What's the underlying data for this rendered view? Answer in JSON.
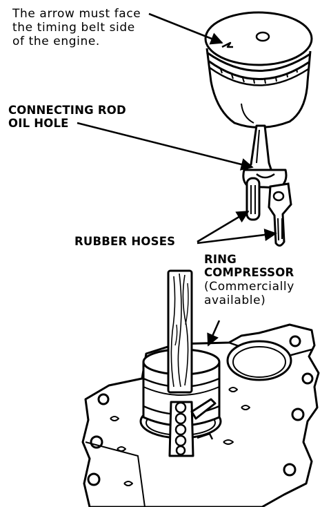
{
  "labels": {
    "arrow_note": {
      "line1": "The arrow must face",
      "line2": "the timing belt side",
      "line3": "of the engine."
    },
    "connecting_rod": {
      "line1": "CONNECTING ROD",
      "line2": "OIL HOLE"
    },
    "rubber_hoses": "RUBBER HOSES",
    "ring_compressor": {
      "line1": "RING",
      "line2": "COMPRESSOR",
      "line3": "(Commercially",
      "line4": "available)"
    }
  },
  "colors": {
    "ink": "#000000",
    "paper": "#ffffff"
  }
}
